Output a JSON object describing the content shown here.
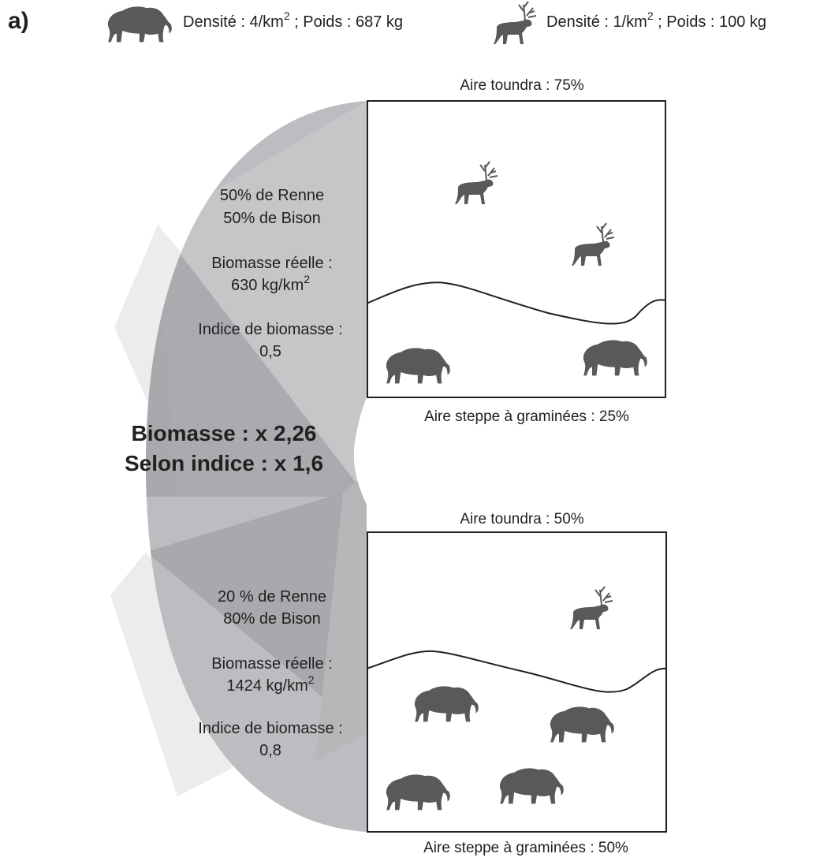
{
  "figure_label": "a)",
  "legend": {
    "bison": {
      "icon": "bison-icon",
      "density_text": "Densité : 4/km",
      "sup": "2",
      "weight_text": " ; Poids : 687 kg"
    },
    "reindeer": {
      "icon": "reindeer-icon",
      "density_text": "Densité : 1/km",
      "sup": "2",
      "weight_text": " ; Poids : 100 kg"
    }
  },
  "comparison": {
    "line1": "Biomasse : x 2,26",
    "line2": "Selon indice : x 1,6"
  },
  "panels": [
    {
      "top_label": "Aire toundra : 75%",
      "bottom_label": "Aire steppe à graminées : 25%",
      "composition_line1": "50% de Renne",
      "composition_line2": "50% de Bison",
      "biomass_label": "Biomasse réelle :",
      "biomass_value": "630 kg/km",
      "biomass_sup": "2",
      "index_label": "Indice de biomasse :",
      "index_value": "0,5"
    },
    {
      "top_label": "Aire toundra : 50%",
      "bottom_label": "Aire steppe à graminées : 50%",
      "composition_line1": "20 % de Renne",
      "composition_line2": "80% de Bison",
      "biomass_label": "Biomasse réelle :",
      "biomass_value": "1424 kg/km",
      "biomass_sup": "2",
      "index_label": "Indice de biomasse :",
      "index_value": "0,8"
    }
  ],
  "colors": {
    "text": "#231f20",
    "animal": "#58595b",
    "arc": "#bcbdc0",
    "arc_dark": "#a7a9ac",
    "arc_light": "#d9dadc"
  }
}
